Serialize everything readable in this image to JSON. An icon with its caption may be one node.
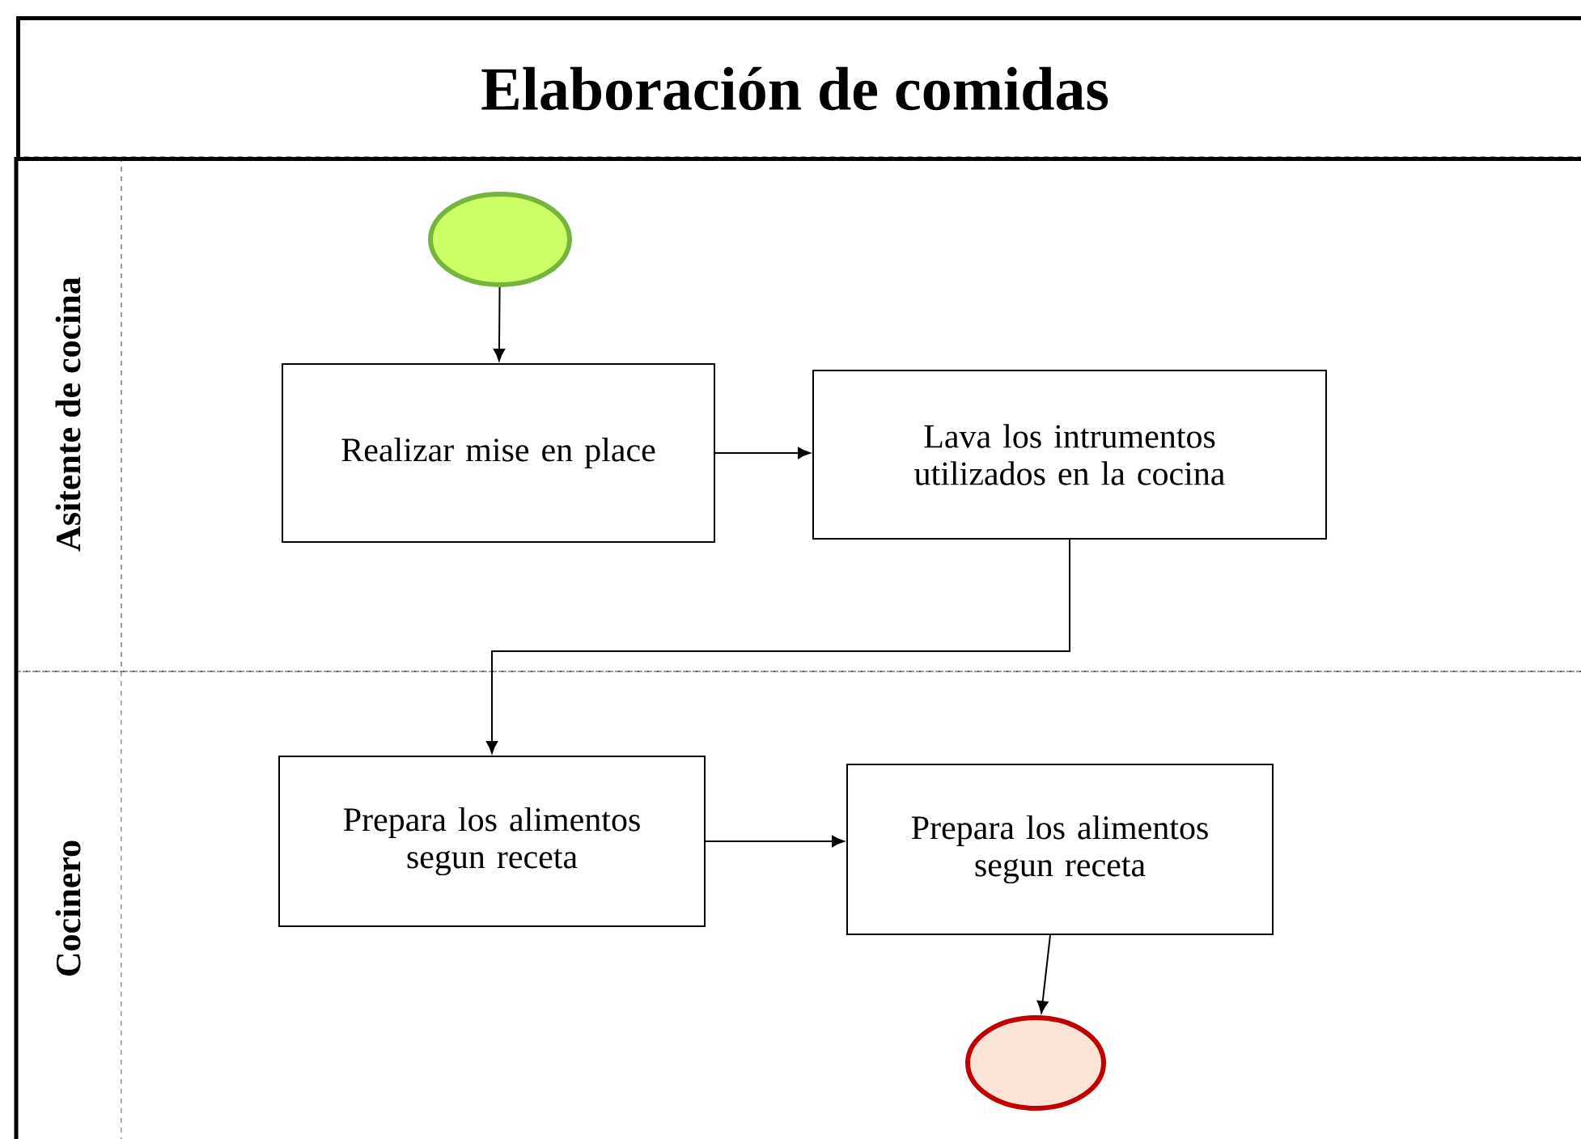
{
  "diagram": {
    "title": "Elaboración de comidas",
    "nodes": [
      {
        "text": [
          "Asitente de cocina"
        ]
      },
      {
        "text": [],
        "shape": "circle",
        "in": 0
      },
      {
        "text": [
          "Realizar mise en place"
        ],
        "in": 0
      },
      {
        "text": [
          "Lava los intrumentos utilizados en la cocina"
        ],
        "in": 0
      },
      {
        "text": [
          "Cocinero"
        ]
      },
      {
        "text": [
          "Prepara los alimentos segun receta"
        ],
        "in": 4
      },
      {
        "text": [
          "Prepara los alimentos segun receta"
        ],
        "in": 4
      },
      {
        "text": [],
        "shape": "circle",
        "in": 4
      }
    ],
    "edges": [
      {
        "from": 1,
        "to": 2,
        "arrow": "to"
      },
      {
        "from": 2,
        "to": 3,
        "arrow": "to"
      },
      {
        "from": 3,
        "to": 5,
        "arrow": "to"
      },
      {
        "from": 5,
        "to": 6,
        "arrow": "to"
      },
      {
        "from": 6,
        "to": 7,
        "arrow": "to"
      }
    ]
  }
}
